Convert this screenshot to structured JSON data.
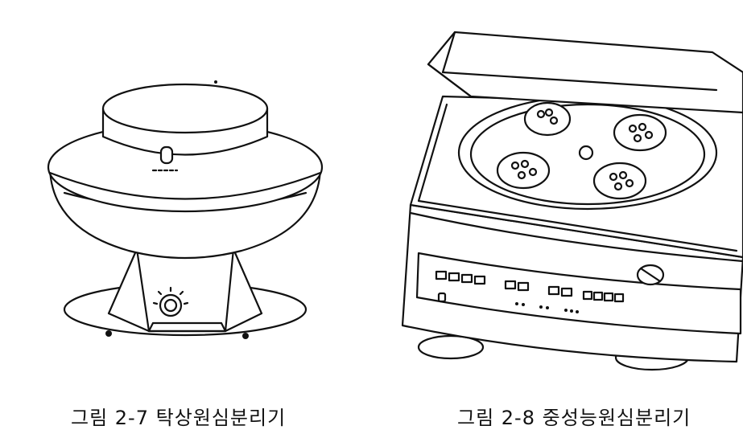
{
  "figures": [
    {
      "id": "fig-2-7",
      "caption": "그림 2-7  탁상원심분리기",
      "icon": "tabletop-centrifuge-illustration"
    },
    {
      "id": "fig-2-8",
      "caption": "그림 2-8  중성능원심분리기",
      "icon": "medium-capacity-centrifuge-illustration"
    }
  ]
}
